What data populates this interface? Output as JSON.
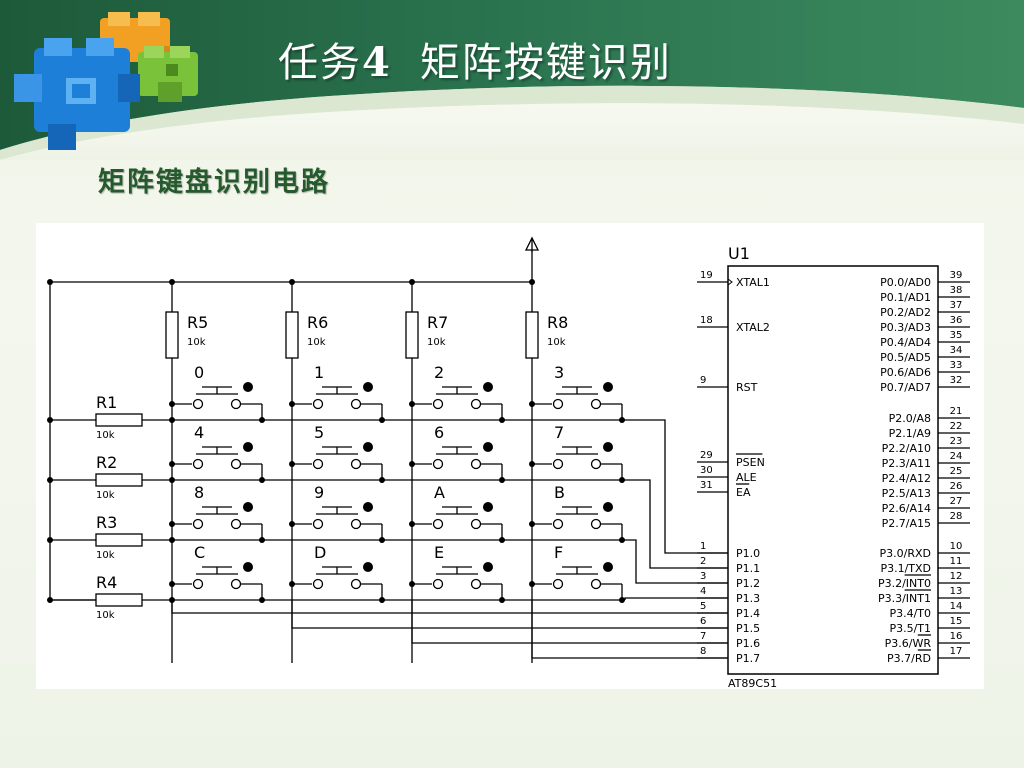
{
  "slide": {
    "title_prefix": "任务",
    "title_number": "4",
    "title_text": "矩阵按键识别",
    "subtitle": "矩阵键盘识别电路"
  },
  "colors": {
    "header_dark": "#1f5c3c",
    "header_mid": "#2f7a4f",
    "title": "#ffffff",
    "subtitle": "#245a2c"
  },
  "decoration": {
    "icon": "stacked-puzzle-cubes-icon"
  },
  "circuit": {
    "chip": {
      "name": "U1",
      "part": "AT89C51",
      "left_pins": [
        {
          "num": "19",
          "label": "XTAL1"
        },
        {
          "num": "18",
          "label": "XTAL2"
        },
        {
          "num": "9",
          "label": "RST"
        },
        {
          "num": "29",
          "label": "PSEN"
        },
        {
          "num": "30",
          "label": "ALE"
        },
        {
          "num": "31",
          "label": "EA"
        },
        {
          "num": "1",
          "label": "P1.0"
        },
        {
          "num": "2",
          "label": "P1.1"
        },
        {
          "num": "3",
          "label": "P1.2"
        },
        {
          "num": "4",
          "label": "P1.3"
        },
        {
          "num": "5",
          "label": "P1.4"
        },
        {
          "num": "6",
          "label": "P1.5"
        },
        {
          "num": "7",
          "label": "P1.6"
        },
        {
          "num": "8",
          "label": "P1.7"
        }
      ],
      "right_pins": [
        {
          "num": "39",
          "label": "P0.0/AD0"
        },
        {
          "num": "38",
          "label": "P0.1/AD1"
        },
        {
          "num": "37",
          "label": "P0.2/AD2"
        },
        {
          "num": "36",
          "label": "P0.3/AD3"
        },
        {
          "num": "35",
          "label": "P0.4/AD4"
        },
        {
          "num": "34",
          "label": "P0.5/AD5"
        },
        {
          "num": "33",
          "label": "P0.6/AD6"
        },
        {
          "num": "32",
          "label": "P0.7/AD7"
        },
        {
          "num": "21",
          "label": "P2.0/A8"
        },
        {
          "num": "22",
          "label": "P2.1/A9"
        },
        {
          "num": "23",
          "label": "P2.2/A10"
        },
        {
          "num": "24",
          "label": "P2.3/A11"
        },
        {
          "num": "25",
          "label": "P2.4/A12"
        },
        {
          "num": "26",
          "label": "P2.5/A13"
        },
        {
          "num": "27",
          "label": "P2.6/A14"
        },
        {
          "num": "28",
          "label": "P2.7/A15"
        },
        {
          "num": "10",
          "label": "P3.0/RXD"
        },
        {
          "num": "11",
          "label": "P3.1/TXD"
        },
        {
          "num": "12",
          "label": "P3.2/INT0"
        },
        {
          "num": "13",
          "label": "P3.3/INT1"
        },
        {
          "num": "14",
          "label": "P3.4/T0"
        },
        {
          "num": "15",
          "label": "P3.5/T1"
        },
        {
          "num": "16",
          "label": "P3.6/WR"
        },
        {
          "num": "17",
          "label": "P3.7/RD"
        }
      ]
    },
    "row_resistors": [
      {
        "name": "R1",
        "value": "10k"
      },
      {
        "name": "R2",
        "value": "10k"
      },
      {
        "name": "R3",
        "value": "10k"
      },
      {
        "name": "R4",
        "value": "10k"
      }
    ],
    "column_resistors": [
      {
        "name": "R5",
        "value": "10k"
      },
      {
        "name": "R6",
        "value": "10k"
      },
      {
        "name": "R7",
        "value": "10k"
      },
      {
        "name": "R8",
        "value": "10k"
      }
    ],
    "keys": [
      [
        "0",
        "1",
        "2",
        "3"
      ],
      [
        "4",
        "5",
        "6",
        "7"
      ],
      [
        "8",
        "9",
        "A",
        "B"
      ],
      [
        "C",
        "D",
        "E",
        "F"
      ]
    ]
  }
}
